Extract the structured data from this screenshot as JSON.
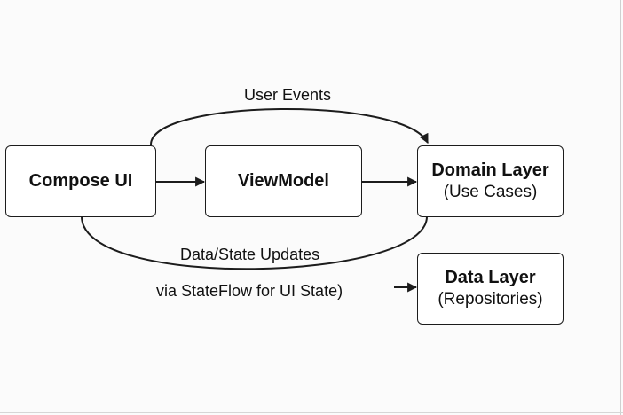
{
  "nodes": {
    "compose_ui": {
      "title": "Compose UI"
    },
    "viewmodel": {
      "title": "ViewModel"
    },
    "domain_layer": {
      "title": "Domain Layer",
      "subtitle": "(Use Cases)"
    },
    "data_layer": {
      "title": "Data Layer",
      "subtitle": "(Repositories)"
    }
  },
  "edges": {
    "user_events": {
      "label": "User Events"
    },
    "data_state_updates": {
      "label": "Data/State Updates"
    },
    "stateflow": {
      "label": "via StateFlow for UI State)"
    }
  },
  "colors": {
    "stroke": "#1c1c1c",
    "box_fill": "#ffffff",
    "background": "#fbfbfb"
  }
}
